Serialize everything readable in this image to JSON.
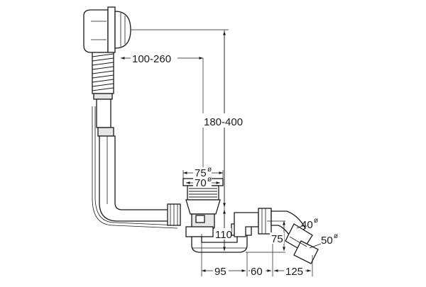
{
  "dimensions": {
    "overflow_offset": "100-260",
    "overflow_height": "180-400",
    "outlet_outer_dia": "75",
    "outlet_inner_dia": "70",
    "trap_height": "110",
    "outlet_height": "75",
    "pipe_dia_40": "40",
    "pipe_dia_50": "50",
    "run_95": "95",
    "run_60": "60",
    "run_125": "125",
    "diameter_symbol": "ø"
  }
}
